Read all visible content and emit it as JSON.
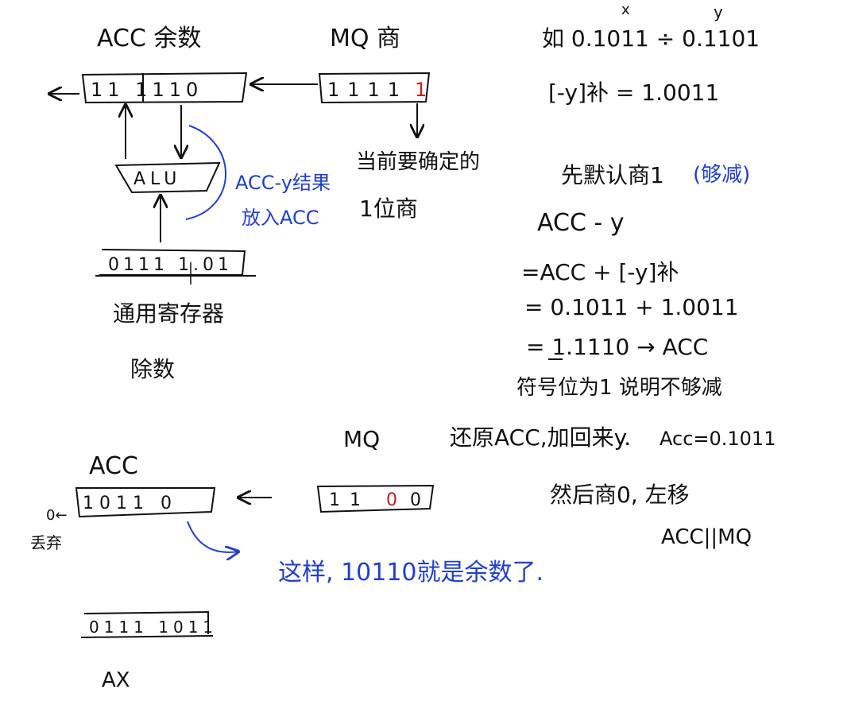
{
  "top_diagram": {
    "acc_label": "ACC 余数",
    "mq_label": "MQ 商",
    "acc_bits": "11 1110",
    "mq_bits": "1111",
    "mq_last_bit": "1",
    "alu_label": "ALU",
    "alu_note_line1": "ACC-y结果",
    "alu_note_line2": "放入ACC",
    "quotient_note_line1": "当前要确定的",
    "quotient_note_line2": "1位商",
    "divisor_bits": "0111 1.01",
    "register_label": "通用寄存器",
    "divisor_label": "除数"
  },
  "right_notes": {
    "var_x": "x",
    "var_y": "y",
    "example": "如 0.1011 ÷ 0.1101",
    "neg_y_comp": "[-y]补 = 1.0011",
    "default_q1_a": "先默认商1",
    "default_q1_b": "(够减)",
    "acc_minus_y": "ACC - y",
    "eq1": "=ACC + [-y]补",
    "eq2": "= 0.1011 + 1.0011",
    "eq3": "= 1.1110 → ACC",
    "sign_note": "符号位为1 说明不够减",
    "restore_a": "还原ACC,加回来y.",
    "restore_b": "Acc=0.1011",
    "then_q0": "然后商0, 左移",
    "acc_mq": "ACC||MQ"
  },
  "bottom_diagram": {
    "mq_label": "MQ",
    "acc_label": "ACC",
    "acc_bits": "1011 0",
    "mq_bits_a": "11",
    "mq_bits_b": "0",
    "mq_bits_c": "0",
    "shift_out": "0←",
    "discard": "丢弃",
    "remainder_note": "这样, 10110就是余数了.",
    "ax_bits": "0111 1011",
    "ax_label": "AX"
  }
}
